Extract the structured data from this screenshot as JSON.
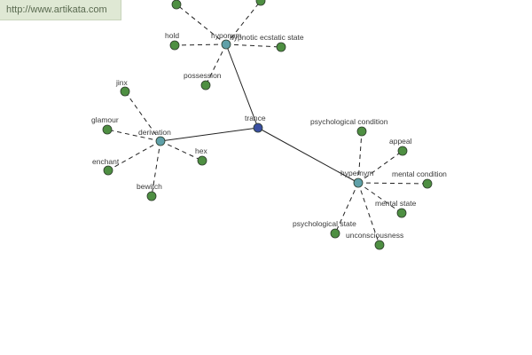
{
  "banner": {
    "url_text": "http://www.artikata.com"
  },
  "colors": {
    "center": "#3a4fa0",
    "hub": "#5fa0a8",
    "leaf": "#4e8f42",
    "solid_edge": "#222222",
    "dashed_edge": "#222222"
  },
  "graph": {
    "center": {
      "id": "trance",
      "label": "trance"
    },
    "hubs": [
      {
        "id": "hyponym",
        "label": "hyponym"
      },
      {
        "id": "derivation",
        "label": "derivation"
      },
      {
        "id": "hypernym",
        "label": "hypernym"
      }
    ],
    "leaves": [
      {
        "id": "hyponym_top1",
        "hub": "hyponym",
        "label": ""
      },
      {
        "id": "hyponym_top2",
        "hub": "hyponym",
        "label": ""
      },
      {
        "id": "hypnotic",
        "hub": "hyponym",
        "label": "hypnotic ecstatic state"
      },
      {
        "id": "hold",
        "hub": "hyponym",
        "label": "hold"
      },
      {
        "id": "possession",
        "hub": "hyponym",
        "label": "possession"
      },
      {
        "id": "jinx",
        "hub": "derivation",
        "label": "jinx"
      },
      {
        "id": "glamour",
        "hub": "derivation",
        "label": "glamour"
      },
      {
        "id": "enchant",
        "hub": "derivation",
        "label": "enchant"
      },
      {
        "id": "bewitch",
        "hub": "derivation",
        "label": "bewitch"
      },
      {
        "id": "hex",
        "hub": "derivation",
        "label": "hex"
      },
      {
        "id": "psych_cond",
        "hub": "hypernym",
        "label": "psychological condition"
      },
      {
        "id": "appeal",
        "hub": "hypernym",
        "label": "appeal"
      },
      {
        "id": "mental_cond",
        "hub": "hypernym",
        "label": "mental condition"
      },
      {
        "id": "mental_state",
        "hub": "hypernym",
        "label": "mental state"
      },
      {
        "id": "unconsciousness",
        "hub": "hypernym",
        "label": "unconsciousness"
      },
      {
        "id": "psych_state",
        "hub": "hypernym",
        "label": "psychological state"
      }
    ]
  }
}
